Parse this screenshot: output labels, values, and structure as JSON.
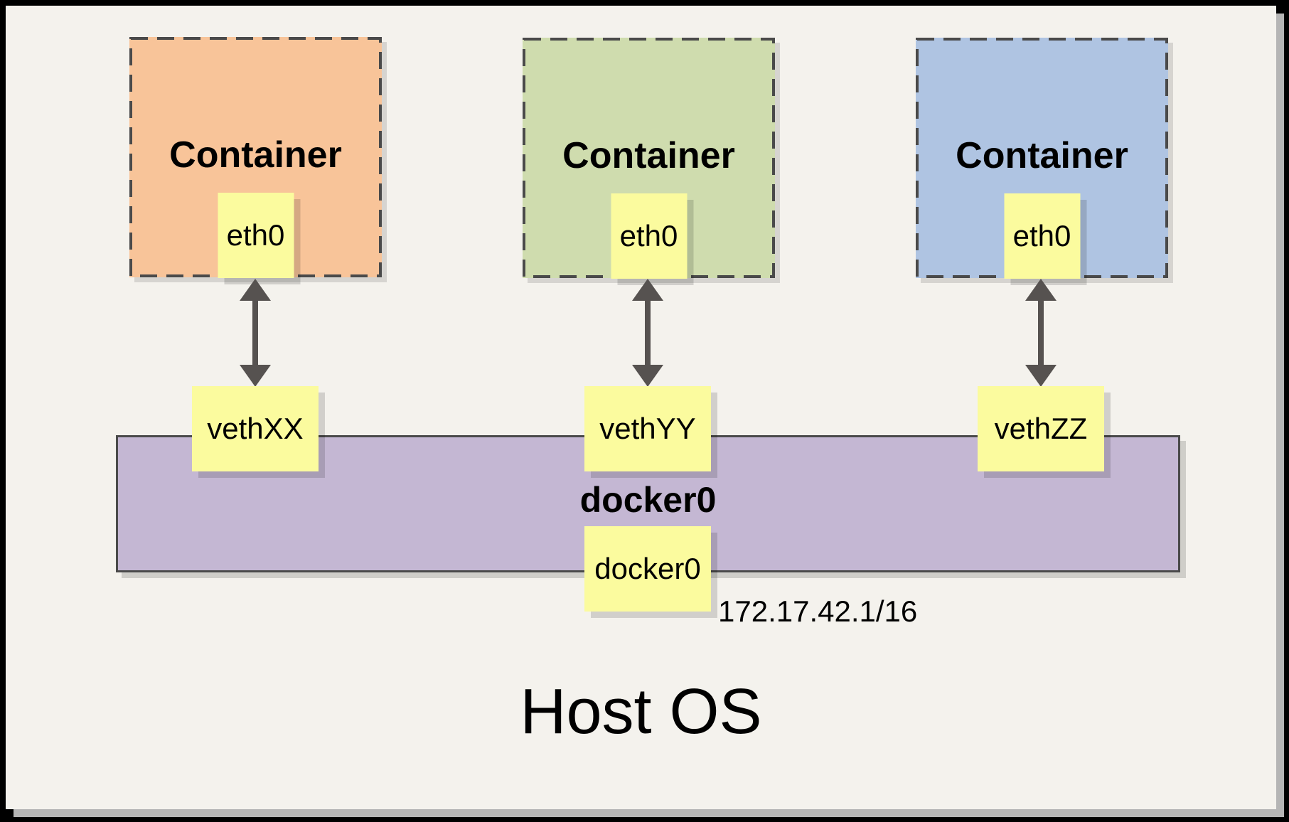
{
  "diagram": {
    "background_color": "#F4F2ED",
    "border_color": "#4A4A4A",
    "arrow_color": "#565250",
    "note_fill_color": "#FBFB9E",
    "containers": [
      {
        "label": "Container",
        "interface_label": "eth0",
        "fill": "#F8C499",
        "veth_label": "vethXX"
      },
      {
        "label": "Container",
        "interface_label": "eth0",
        "fill": "#CFDCAE",
        "veth_label": "vethYY"
      },
      {
        "label": "Container",
        "interface_label": "eth0",
        "fill": "#AFC4E2",
        "veth_label": "vethZZ"
      }
    ],
    "bridge": {
      "label": "docker0",
      "interface_label": "docker0",
      "ip": "172.17.42.1/16",
      "fill": "#C4B7D3"
    },
    "host_label": "Host OS"
  }
}
